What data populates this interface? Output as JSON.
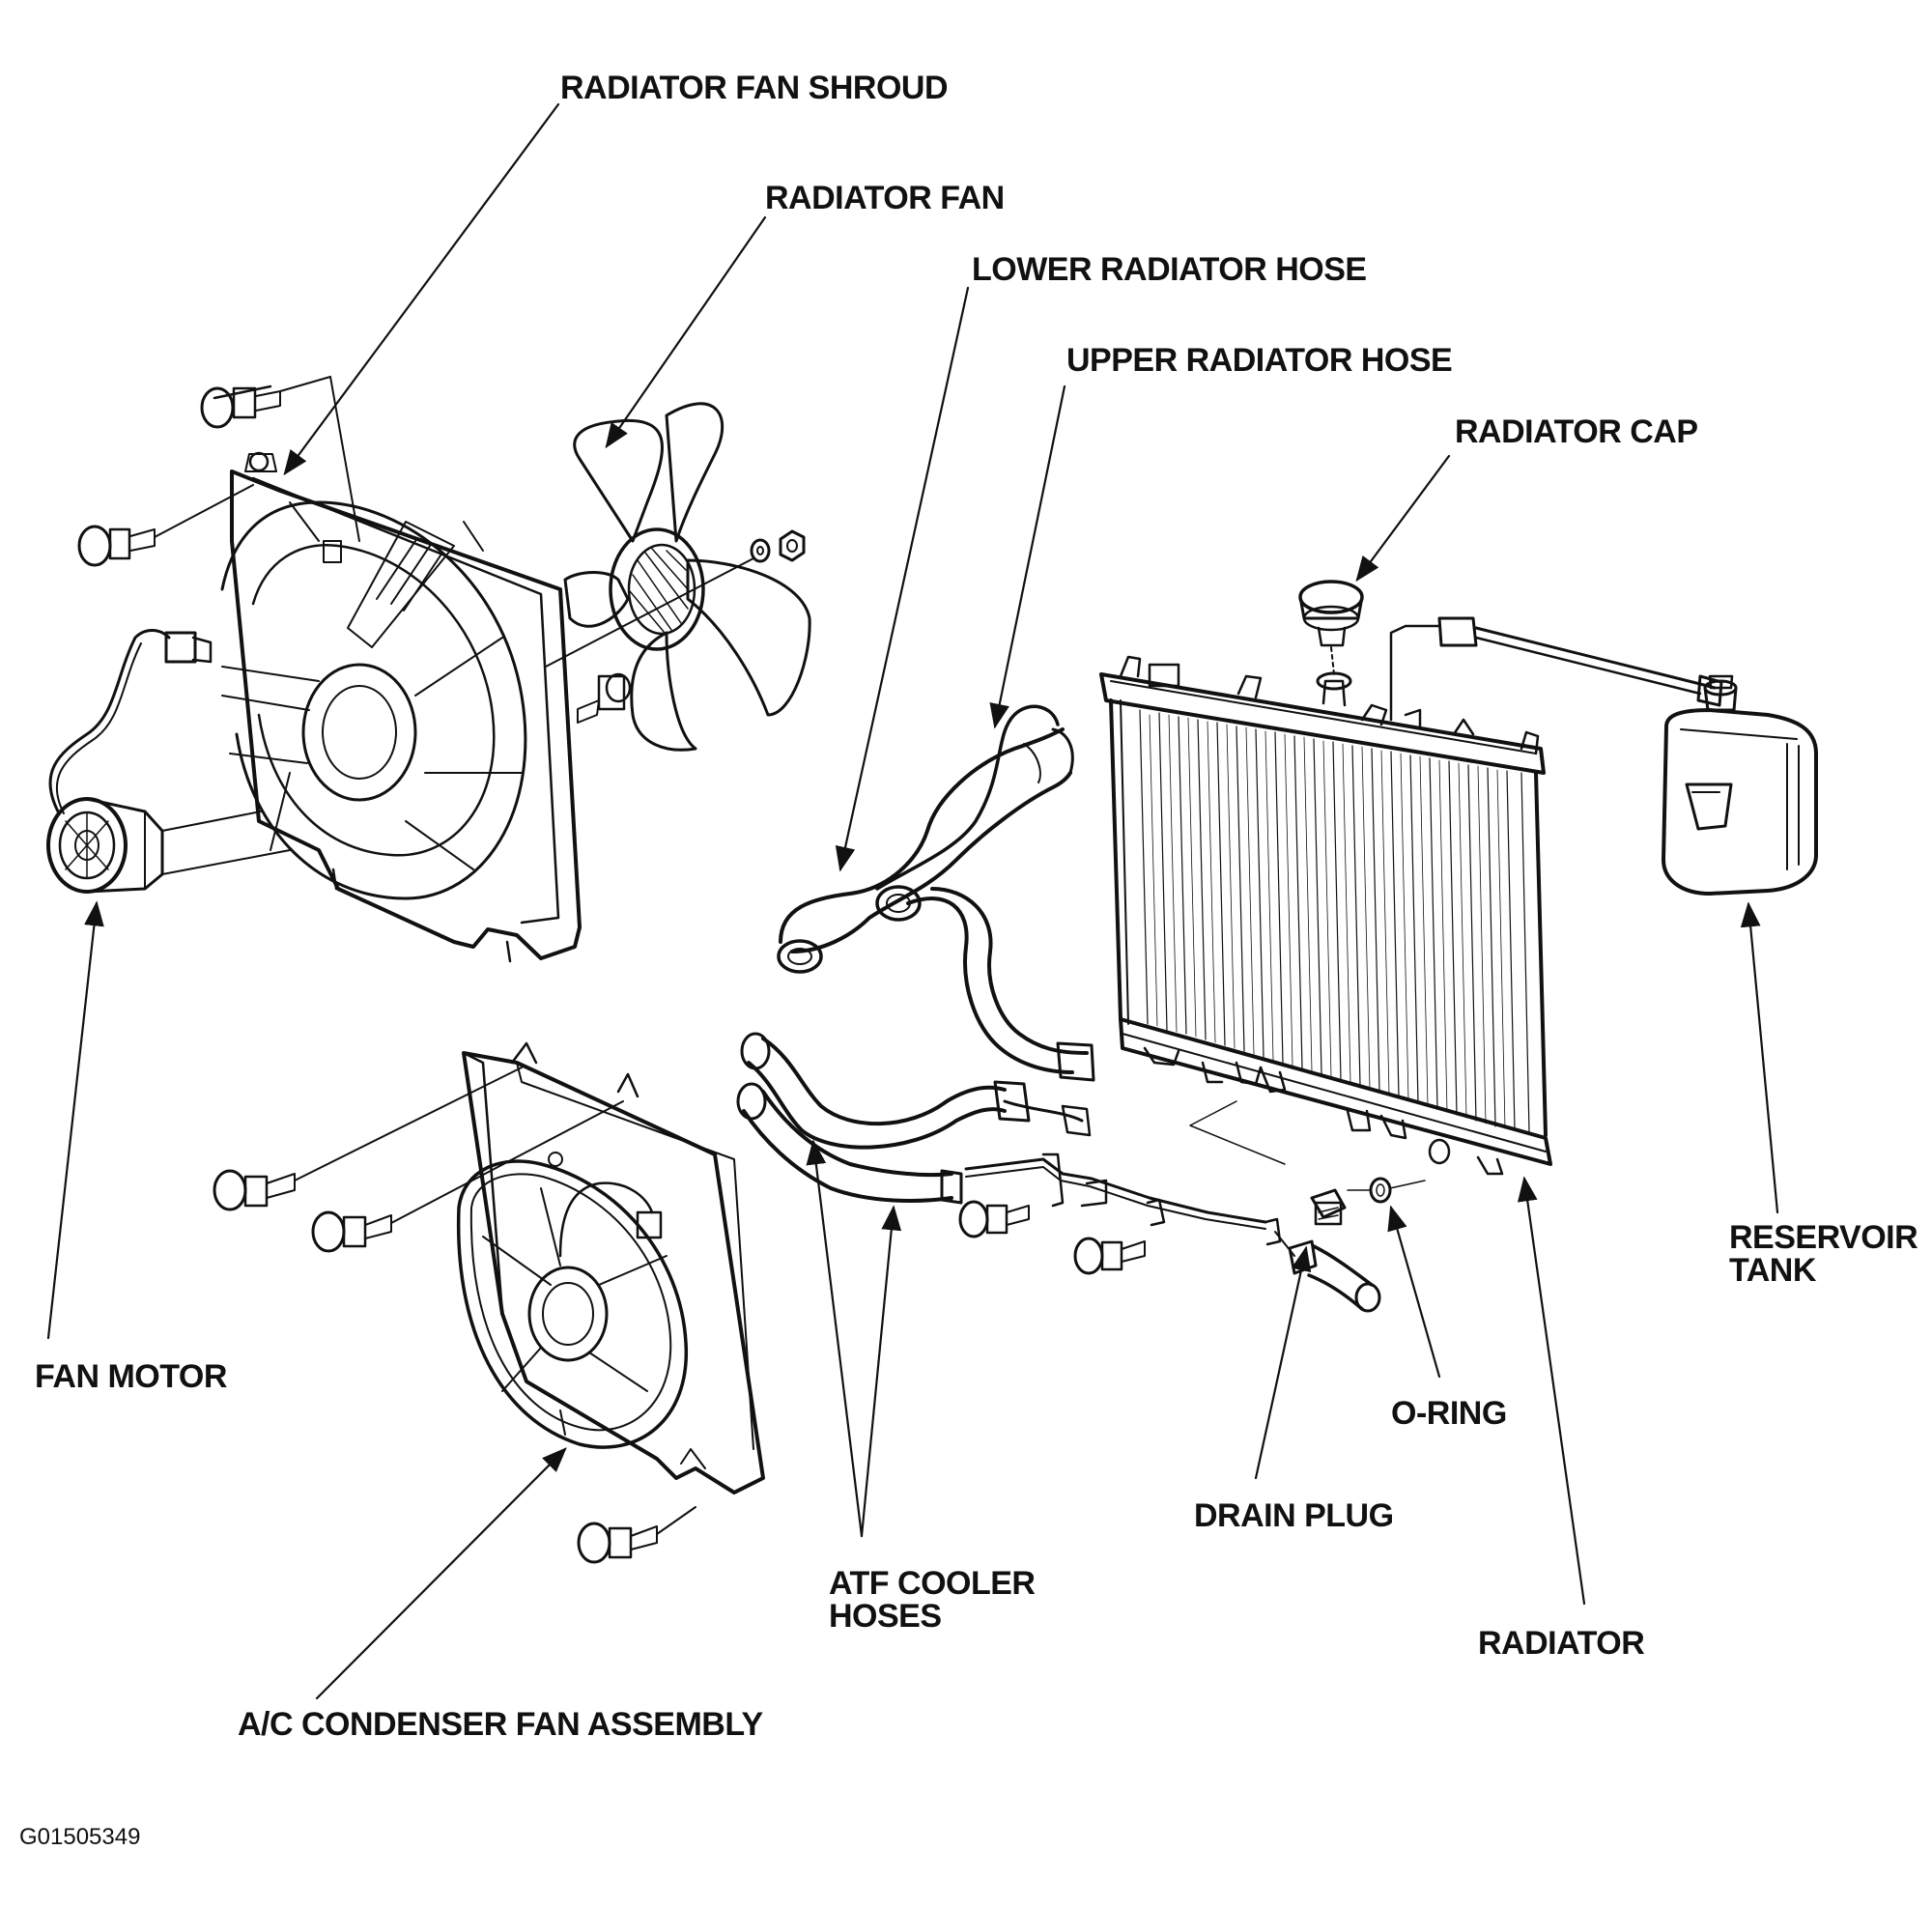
{
  "diagram": {
    "labels": {
      "radiator_fan_shroud": "RADIATOR FAN SHROUD",
      "radiator_fan": "RADIATOR FAN",
      "lower_radiator_hose": "LOWER RADIATOR HOSE",
      "upper_radiator_hose": "UPPER RADIATOR HOSE",
      "radiator_cap": "RADIATOR CAP",
      "reservoir_tank_line1": "RESERVOIR",
      "reservoir_tank_line2": "TANK",
      "fan_motor": "FAN MOTOR",
      "o_ring": "O-RING",
      "drain_plug": "DRAIN PLUG",
      "atf_cooler_hoses_line1": "ATF COOLER",
      "atf_cooler_hoses_line2": "HOSES",
      "radiator": "RADIATOR",
      "ac_condenser_fan_assembly": "A/C CONDENSER FAN ASSEMBLY"
    },
    "figure_code": "G01505349"
  }
}
